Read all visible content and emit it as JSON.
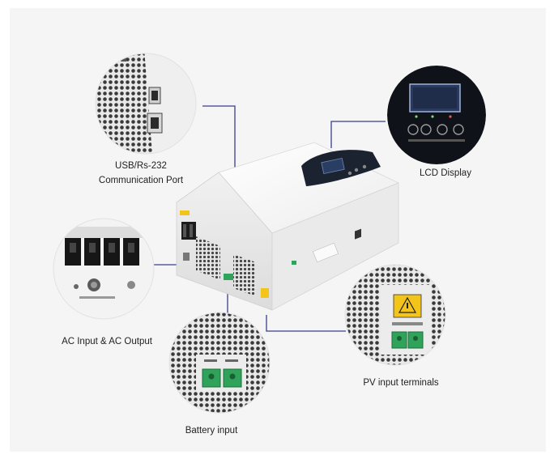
{
  "image": {
    "subject": "solar-inverter",
    "colors": {
      "background": "#f5f5f5",
      "callout_line": "#3a3f8f",
      "housing": "#f4f4f4",
      "front_panel": "#1b2230",
      "warning_label": "#f3c419",
      "terminal_green": "#2fa35a"
    }
  },
  "callouts": {
    "usb_port": {
      "line1": "USB/Rs-232",
      "line2": "Communication Port"
    },
    "lcd_display": {
      "label": "LCD Display"
    },
    "ac_io": {
      "label": "AC Input & AC Output"
    },
    "pv_input": {
      "label": "PV input terminals"
    },
    "battery_input": {
      "label": "Battery input"
    }
  }
}
